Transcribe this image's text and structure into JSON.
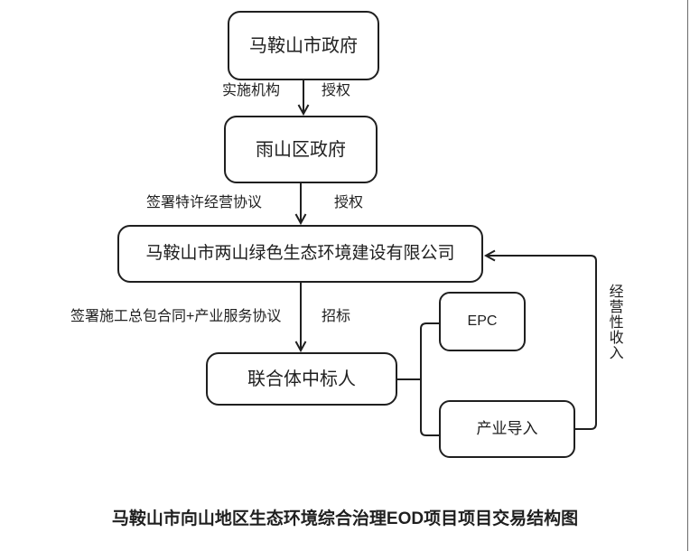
{
  "diagram": {
    "title": "马鞍山市向山地区生态环境综合治理EOD项目项目交易结构图",
    "nodes": {
      "city_gov": "马鞍山市政府",
      "district_gov": "雨山区政府",
      "company": "马鞍山市两山绿色生态环境建设有限公司",
      "winner": "联合体中标人",
      "epc": "EPC",
      "industry": "产业导入"
    },
    "edge_labels": {
      "implementing_agency": "实施机构",
      "authorize_top": "授权",
      "franchise_agreement": "签署特许经营协议",
      "authorize_mid": "授权",
      "general_contract": "签署施工总包合同+产业服务协议",
      "bidding": "招标",
      "operating_income": "经营性收入"
    },
    "colors": {
      "line": "#1f1f1f",
      "text": "#1f1f1f",
      "background": "#ffffff",
      "page_border": "#6b6b6b"
    }
  }
}
